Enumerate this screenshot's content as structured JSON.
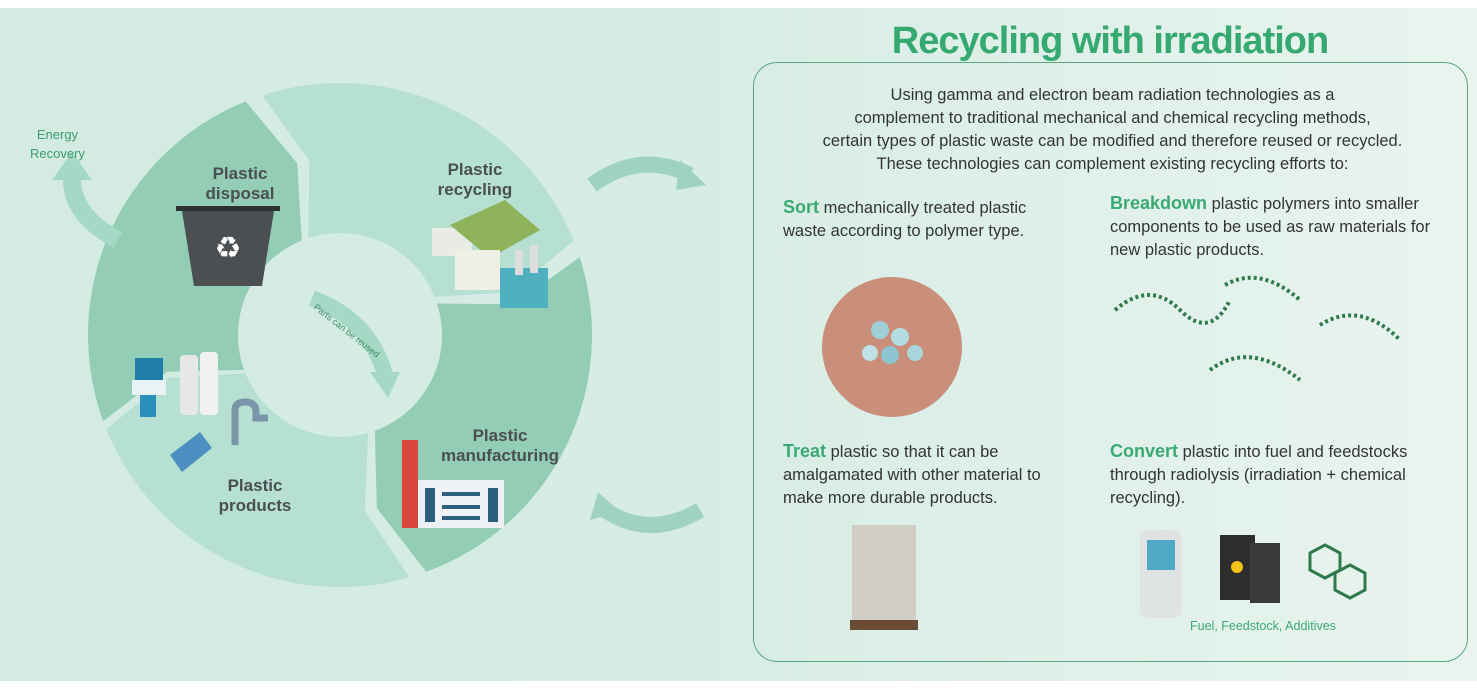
{
  "cycle": {
    "stages": [
      {
        "title": "Plastic",
        "subtitle": "disposal"
      },
      {
        "title": "Plastic",
        "subtitle": "recycling"
      },
      {
        "title": "Plastic",
        "subtitle": "manufacturing"
      },
      {
        "title": "Plastic",
        "subtitle": "products"
      }
    ],
    "energy_recovery": [
      "Energy",
      "Recovery"
    ],
    "parts_reused": "Parts can be reused"
  },
  "panel": {
    "title": "Recycling with irradiation",
    "intro": [
      "Using gamma and electron beam radiation technologies as a",
      "complement to traditional mechanical and chemical recycling methods,",
      "certain types of plastic waste can be modified and therefore reused or recycled.",
      "These technologies can complement existing recycling efforts to:"
    ],
    "items": [
      {
        "keyword": "Sort",
        "text": " mechanically treated plastic waste according to polymer type."
      },
      {
        "keyword": "Breakdown",
        "text": " plastic polymers into smaller components to be used as raw materials for new plastic products."
      },
      {
        "keyword": "Treat",
        "text": " plastic so that it can be amalgamated with other material to make more durable products."
      },
      {
        "keyword": "Convert",
        "text": " plastic into fuel and feedstocks through radiolysis (irradiation + chemical recycling)."
      }
    ],
    "convert_caption": "Fuel, Feedstock, Additives"
  },
  "colors": {
    "accent": "#3aaa72",
    "ring_dark": "#93cdb6",
    "ring_light": "#b6e0d2",
    "text": "#4a4f52"
  }
}
